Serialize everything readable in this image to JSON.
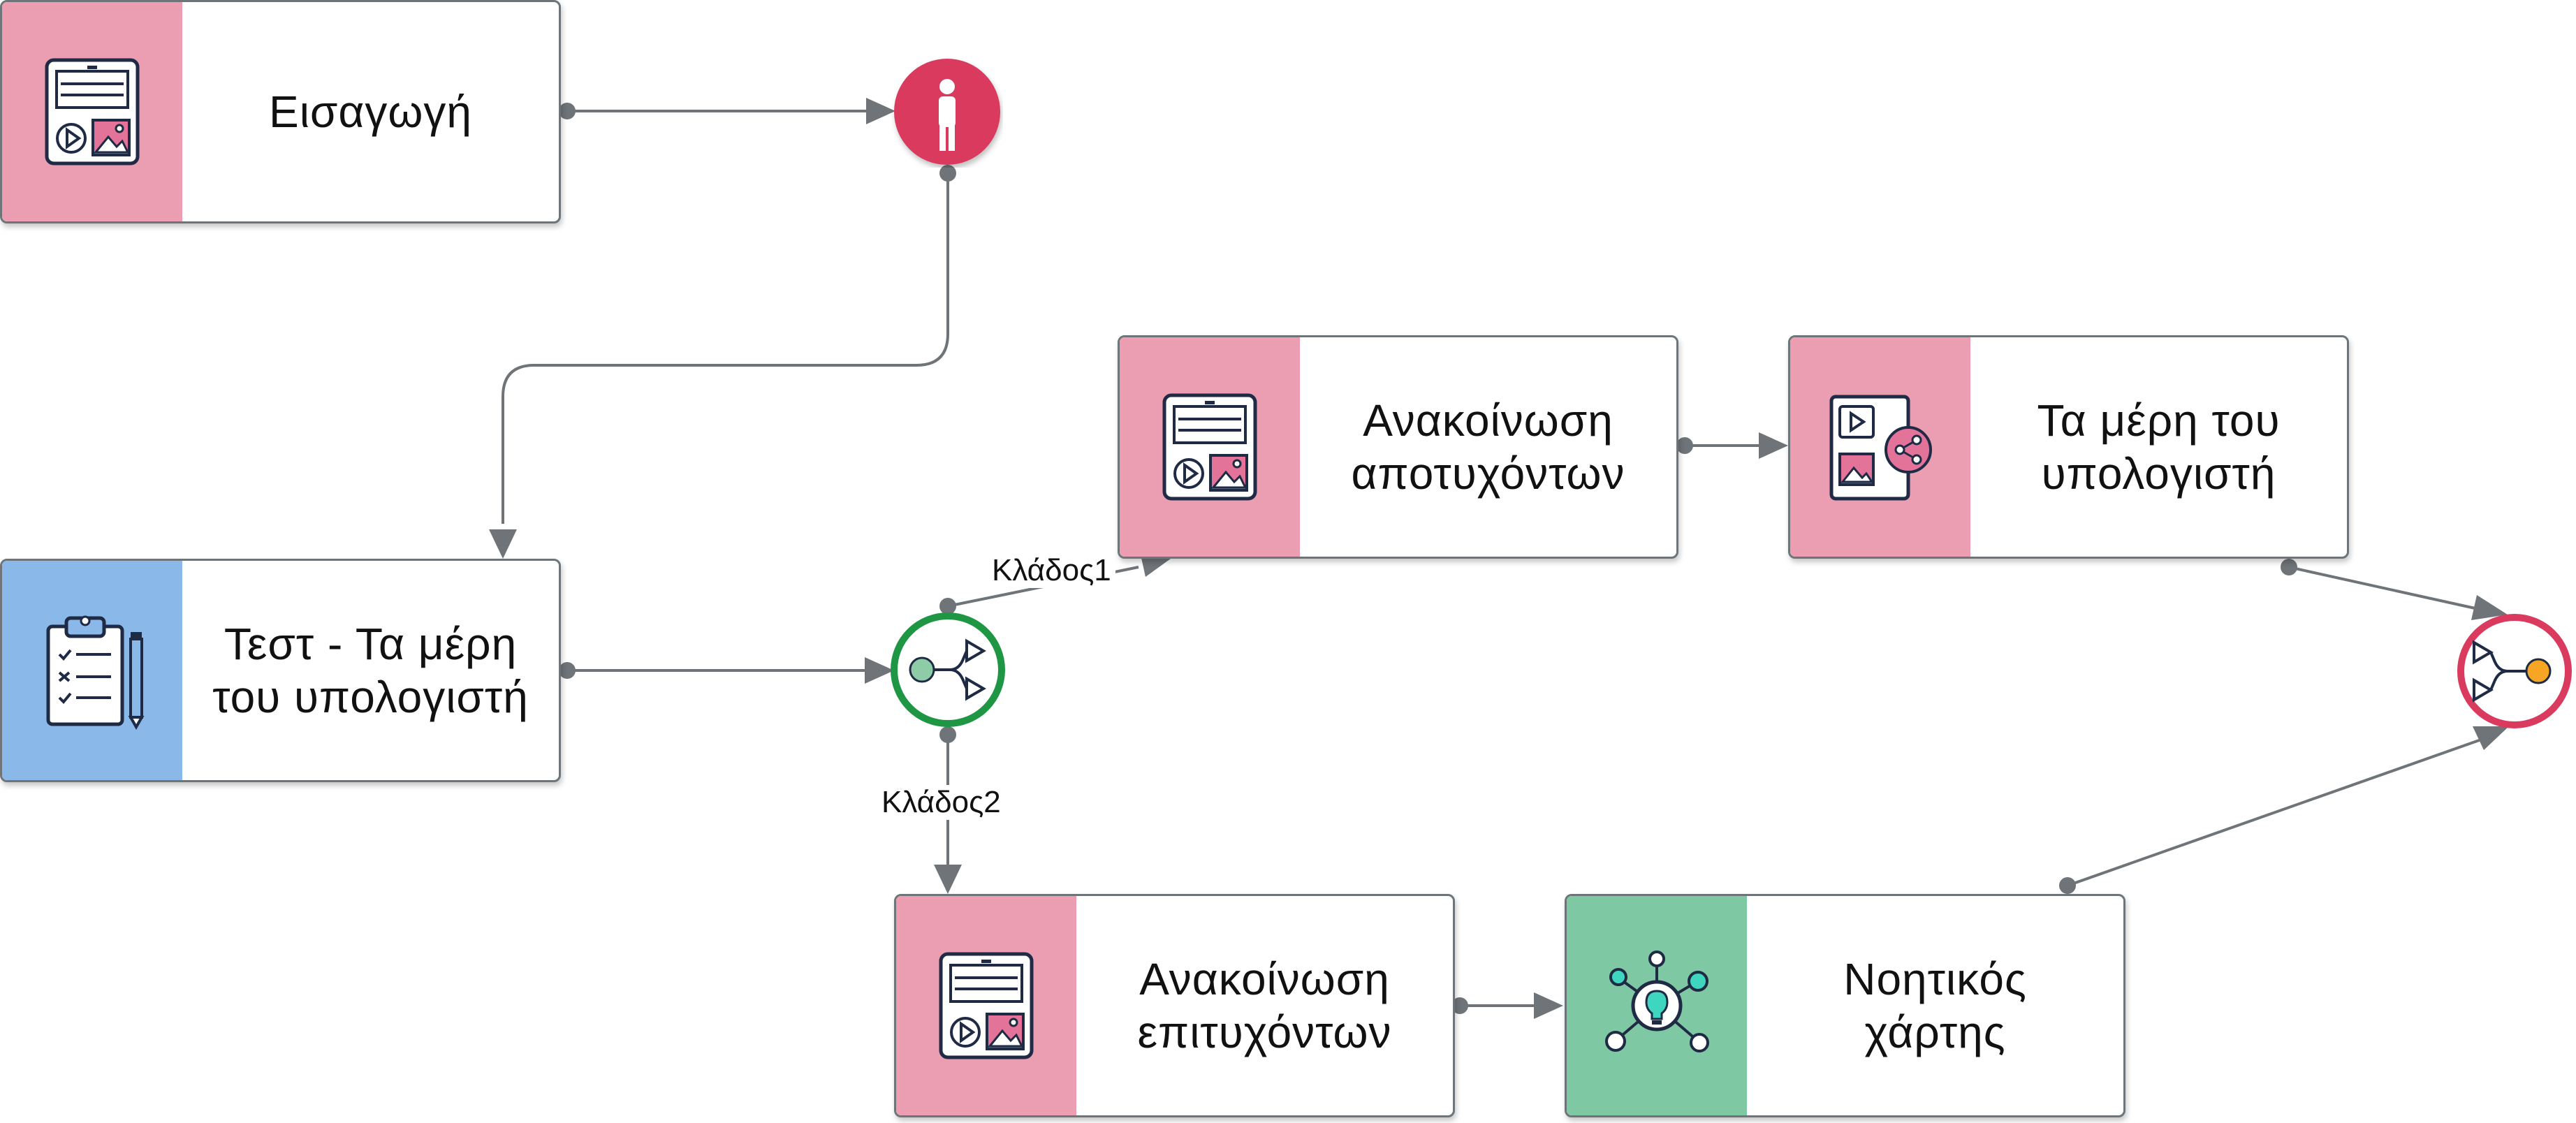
{
  "nodes": {
    "intro": {
      "title": "Εισαγωγή",
      "icon": "media-page-icon",
      "color": "#eb9eb1"
    },
    "test": {
      "title_line1": "Τεστ - Τα μέρη",
      "title_line2": "του υπολογιστή",
      "icon": "clipboard-checklist-icon",
      "color": "#8ab8e8"
    },
    "fail_notice": {
      "title_line1": "Ανακοίνωση",
      "title_line2": "αποτυχόντων",
      "icon": "media-page-icon",
      "color": "#eb9eb1"
    },
    "parts": {
      "title_line1": "Τα μέρη του",
      "title_line2": "υπολογιστή",
      "icon": "media-share-icon",
      "color": "#eb9eb1"
    },
    "success_notice": {
      "title_line1": "Ανακοίνωση",
      "title_line2": "επιτυχόντων",
      "icon": "media-page-icon",
      "color": "#eb9eb1"
    },
    "mindmap": {
      "title_line1": "Νοητικός",
      "title_line2": "χάρτης",
      "icon": "lightbulb-network-icon",
      "color": "#7fc8a4"
    }
  },
  "gates": {
    "person": {
      "icon": "person-icon",
      "color": "#d93a5e"
    },
    "split": {
      "icon": "branch-split-icon",
      "color": "#1e9644"
    },
    "merge": {
      "icon": "branch-merge-icon",
      "color": "#d93a5e"
    }
  },
  "edge_labels": {
    "branch1": "Κλάδος1",
    "branch2": "Κλάδος2"
  },
  "colors": {
    "edge": "#6f7478",
    "person_gate": "#d93a5e",
    "split_gate": "#1e9644",
    "merge_gate": "#d93a5e",
    "icon_outline": "#1f2a44",
    "icon_pink": "#e4739a"
  }
}
